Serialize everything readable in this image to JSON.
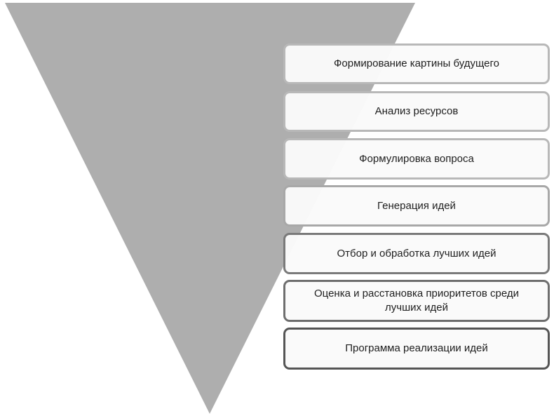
{
  "diagram": {
    "type": "inverted-funnel",
    "funnel_color": "#aeaeae",
    "stages": [
      {
        "label": "Формирование картины будущего",
        "border_color": "#b8b8b8"
      },
      {
        "label": "Анализ ресурсов",
        "border_color": "#b8b8b8"
      },
      {
        "label": "Формулировка вопроса",
        "border_color": "#b8b8b8"
      },
      {
        "label": "Генерация идей",
        "border_color": "#a8a8a8"
      },
      {
        "label": "Отбор и обработка лучших идей",
        "border_color": "#7a7a7a"
      },
      {
        "label": "Оценка и расстановка приоритетов среди лучших идей",
        "border_color": "#6e6e6e"
      },
      {
        "label": "Программа реализации идей",
        "border_color": "#555555"
      }
    ]
  }
}
